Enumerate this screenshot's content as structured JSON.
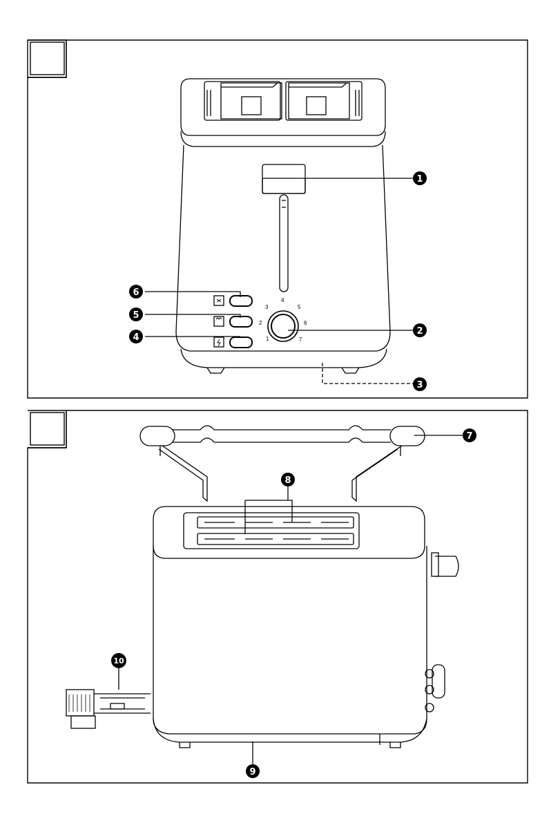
{
  "panel1": {
    "callouts": [
      "1",
      "2",
      "3",
      "4",
      "5",
      "6"
    ],
    "dial_numbers": [
      "1",
      "2",
      "3",
      "4",
      "5",
      "6",
      "7"
    ]
  },
  "panel2": {
    "callouts": [
      "7",
      "8",
      "9",
      "10"
    ]
  }
}
